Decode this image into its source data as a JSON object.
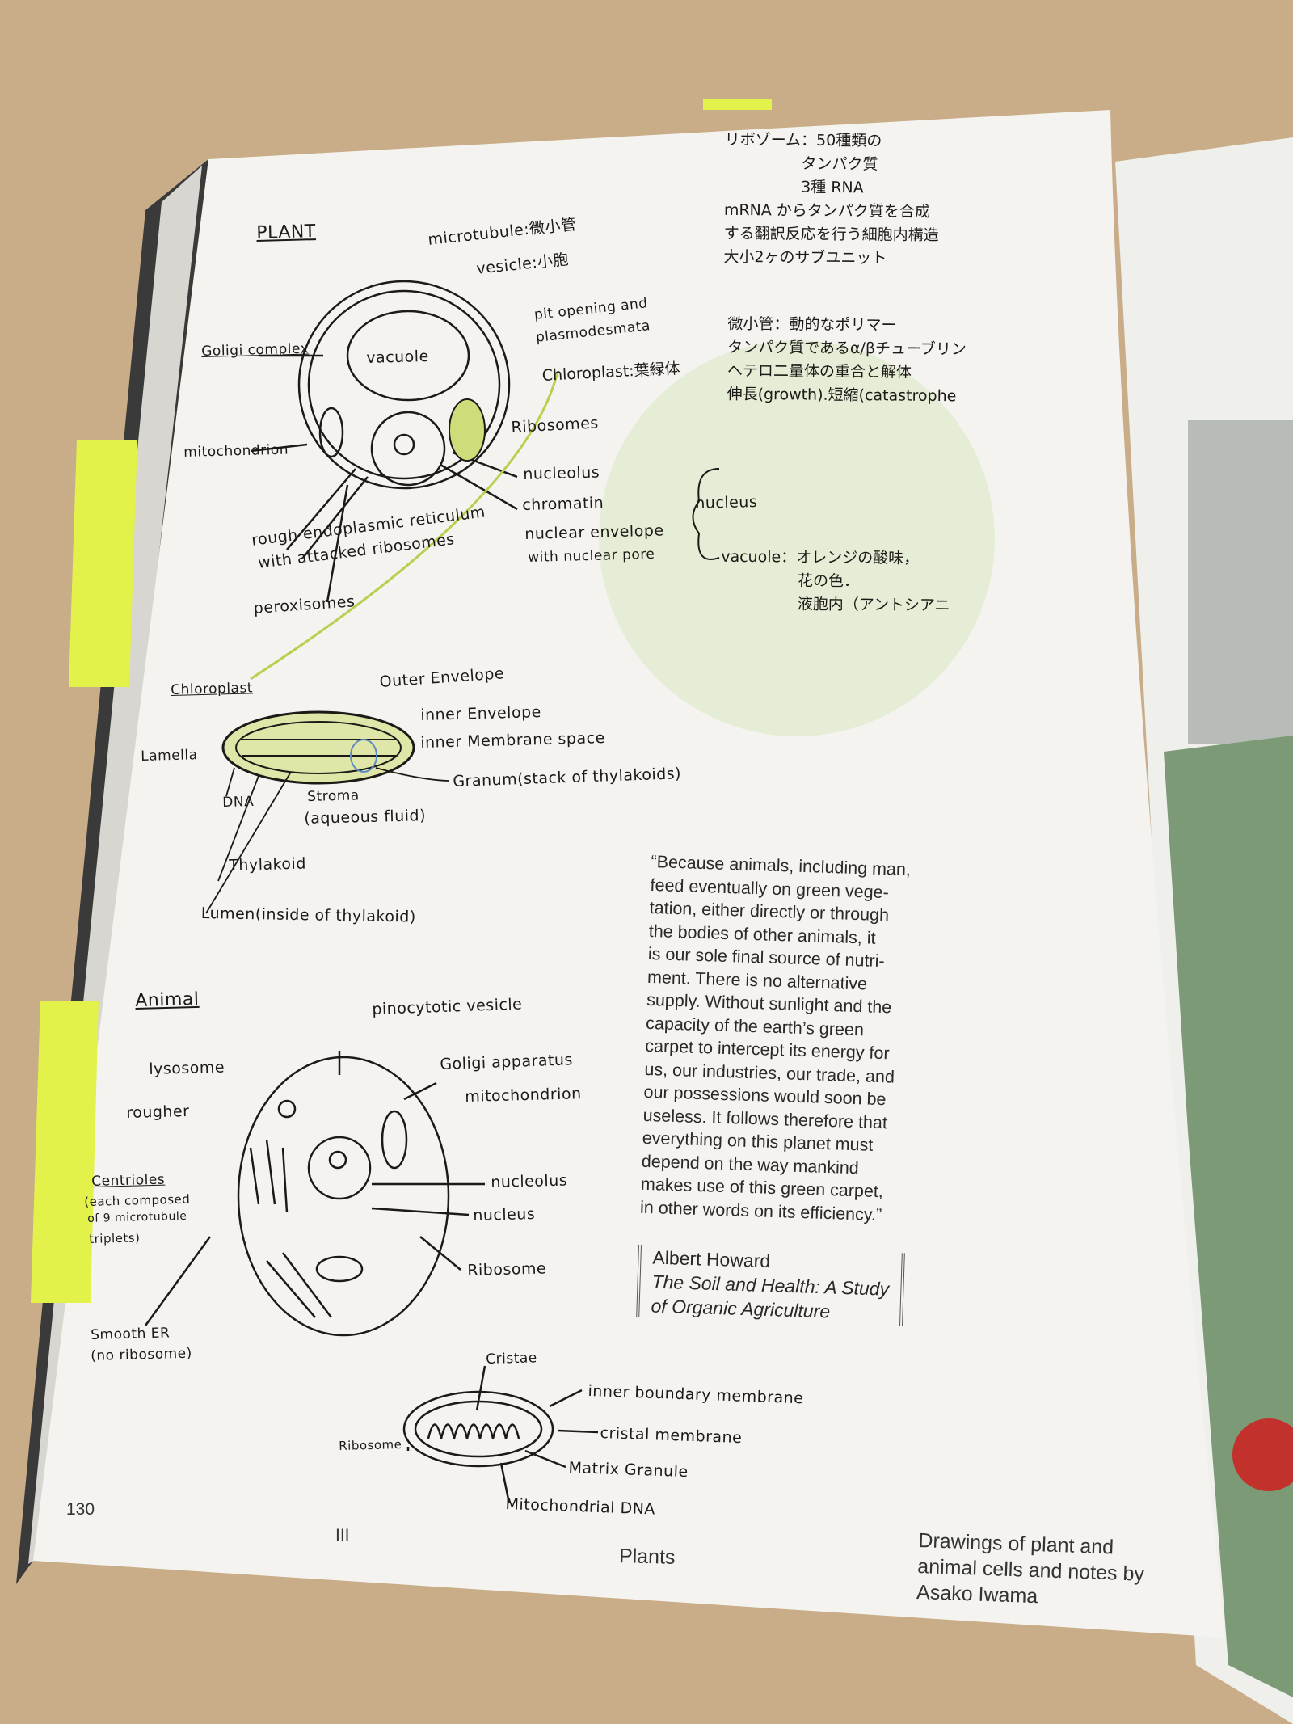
{
  "plant": {
    "heading": "PLANT",
    "labels": [
      "microtubule:微小管",
      "vesicle:小胞",
      "Goligi complex",
      "vacuole",
      "pit opening and",
      "plasmodesmata",
      "Chloroplast:葉緑体",
      "Ribosomes",
      "mitochondrion",
      "nucleolus",
      "chromatin",
      "nuclear envelope",
      "with nuclear pore",
      "nucleus",
      "rough endoplasmic reticulum",
      "with attacked ribosomes",
      "peroxisomes"
    ]
  },
  "chloroplast": {
    "heading": "Chloroplast",
    "labels": [
      "Outer Envelope",
      "inner Envelope",
      "inner Membrane space",
      "Lamella",
      "Granum(stack of thylakoids)",
      "DNA",
      "Stroma",
      "(aqueous fluid)",
      "Thylakoid",
      "Lumen(inside of thylakoid)"
    ]
  },
  "animal": {
    "heading": "Animal",
    "labels": [
      "pinocytotic vesicle",
      "lysosome",
      "Goligi apparatus",
      "mitochondrion",
      "rougher",
      "Centrioles",
      "(each composed",
      "of 9 microtubule",
      "triplets)",
      "nucleolus",
      "nucleus",
      "Ribosome",
      "Smooth ER",
      "(no ribosome)"
    ]
  },
  "mitochondrion": {
    "labels": [
      "Cristae",
      "inner boundary membrane",
      "cristal membrane",
      "Ribosome",
      "Matrix Granule",
      "Mitochondrial DNA"
    ]
  },
  "notes": {
    "ribosome": "リボゾーム：50種類の\n　　　　　タンパク質\n　　　　　3種 RNA\nmRNA からタンパク質を合成\nする翻訳反応を行う細胞内構造\n大小2ヶのサブユニット",
    "microtubule": "微小管：動的なポリマー\nタンパク質であるα/βチューブリン\nヘテロ二量体の重合と解体\n伸長(growth).短縮(catastrophe",
    "vacuole": "vacuole：オレンジの酸味，\n　　　　　花の色．\n　　　　　液胞内（アントシアニ"
  },
  "quote": {
    "lines": [
      "“Because animals, including man,",
      "feed eventually on green vege-",
      "tation, either directly or through",
      "the bodies of other animals, it",
      "is our sole final source of nutri-",
      "ment. There is no alternative",
      "supply. Without sunlight and the",
      "capacity of the earth’s green",
      "carpet to intercept its energy for",
      "us, our industries, our trade, and",
      "our possessions would soon be",
      "useless. It follows therefore that",
      "everything on this planet must",
      "depend on the way mankind",
      "makes use of this green carpet,",
      "in other words on its efficiency.”"
    ],
    "author": "Albert Howard",
    "title_line1": "The Soil and Health: A Study",
    "title_line2": "of Organic Agriculture"
  },
  "footer": {
    "page_number": "130",
    "section_numeral": "III",
    "section": "Plants",
    "caption": [
      "Drawings of plant and",
      "animal cells and notes by",
      "Asako Iwama"
    ]
  },
  "colors": {
    "accent_green": "#b9cf4f",
    "circle": "#e4ecd2",
    "sticky": "#e2f24a"
  }
}
